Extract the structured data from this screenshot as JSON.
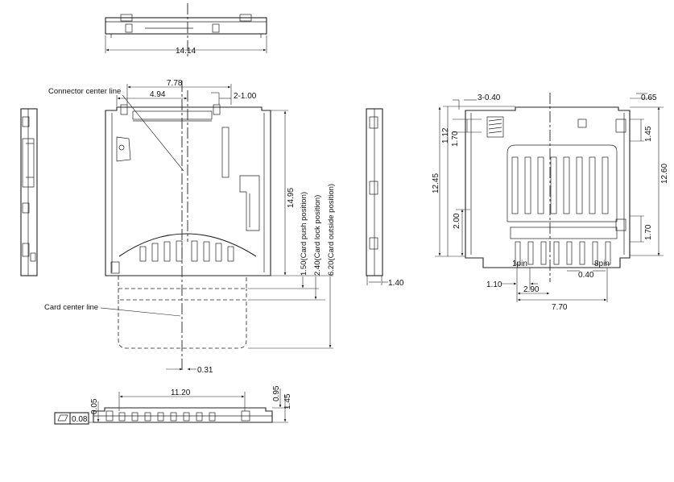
{
  "dimensions": {
    "top_width": "14.14",
    "d_7_78": "7.78",
    "d_4_94": "4.94",
    "d_2_1_00": "2-1.00",
    "d_14_95": "14.95",
    "d_card_push": "1.50(Card push position)",
    "d_card_lock": "2.40(Card lock position)",
    "d_card_out": "6.20(Card outside position)",
    "d_0_31": "0.31",
    "side_1_40": "1.40",
    "d_3_0_40": "3-0.40",
    "d_0_65": "0.65",
    "d_1_12": "1.12",
    "d_1_70a": "1.70",
    "d_1_45a": "1.45",
    "d_12_45": "12.45",
    "d_12_60": "12.60",
    "d_2_00": "2.00",
    "d_1_70b": "1.70",
    "d_0_40": "0.40",
    "d_1_10": "1.10",
    "d_2_90": "2.90",
    "d_7_70": "7.70",
    "bot_11_20": "11.20",
    "bot_0_95": "0.95",
    "bot_1_45": "1.45",
    "bot_0_05": "0.05",
    "flatness_value": "0.08"
  },
  "labels": {
    "connector_center": "Connector center line",
    "card_center": "Card center line",
    "pin1": "1pin",
    "pin8": "8pin"
  }
}
